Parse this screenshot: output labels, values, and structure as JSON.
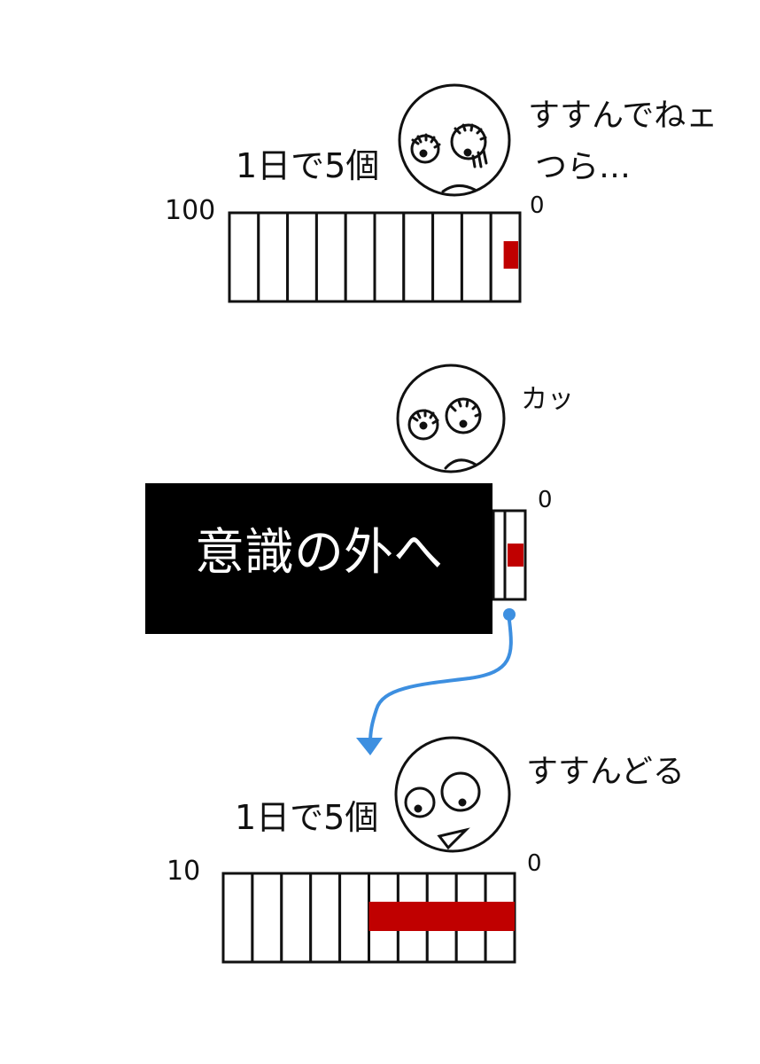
{
  "panels": [
    {
      "caption": "1日で5個",
      "scale_left": "100",
      "scale_right": "0",
      "speech_lines": [
        "すすんでねェ",
        "つら…"
      ],
      "segments": 10,
      "filled_fraction": 0.05
    },
    {
      "scale_right": "0",
      "speech": "カッ",
      "overlay_text": "意識の外へ",
      "filled_fraction": 0.5
    },
    {
      "caption": "1日で5個",
      "scale_left": "10",
      "scale_right": "0",
      "speech": "すすんどる",
      "segments": 10,
      "filled_fraction": 0.5
    }
  ],
  "colors": {
    "ink": "#111111",
    "fill": "#c00000",
    "arrow": "#3d8fe0",
    "overlay_bg": "#000000",
    "overlay_text": "#ffffff"
  },
  "icons": [
    "worried-face-icon",
    "surprised-face-icon",
    "happy-face-icon"
  ]
}
